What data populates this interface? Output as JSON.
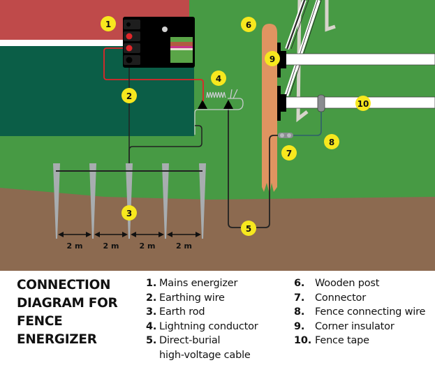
{
  "title": {
    "lines": [
      "CONNECTION",
      "DIAGRAM FOR",
      "FENCE",
      "ENERGIZER"
    ]
  },
  "legend": {
    "column1": [
      {
        "num": "1.",
        "label": "Mains energizer"
      },
      {
        "num": "2.",
        "label": "Earthing wire"
      },
      {
        "num": "3.",
        "label": "Earth rod"
      },
      {
        "num": "4.",
        "label": "Lightning conductor"
      },
      {
        "num": "5.",
        "label": "Direct-burial",
        "continuation": "high-voltage cable"
      }
    ],
    "column2": [
      {
        "num": "6.",
        "label": "Wooden post"
      },
      {
        "num": "7.",
        "label": "Connector"
      },
      {
        "num": "8.",
        "label": "Fence connecting wire"
      },
      {
        "num": "9.",
        "label": "Corner insulator"
      },
      {
        "num": "10.",
        "label": "Fence tape"
      }
    ]
  },
  "diagram": {
    "badges": [
      "1",
      "2",
      "3",
      "4",
      "5",
      "6",
      "7",
      "8",
      "9",
      "10"
    ],
    "distances": [
      "2 m",
      "2 m",
      "2 m",
      "2 m"
    ],
    "colors": {
      "house_roof": "#bf4a4a",
      "house_wall": "#0b5e47",
      "grass": "#479a44",
      "soil": "#8c6a50",
      "post": "#e09461",
      "badge": "#f7e81e",
      "live_wire": "#e0262a",
      "earth_wire": "#222222",
      "fence_wire": "#2f5f6b",
      "rod": "#a8adb0",
      "tape": "#ffffff"
    }
  }
}
